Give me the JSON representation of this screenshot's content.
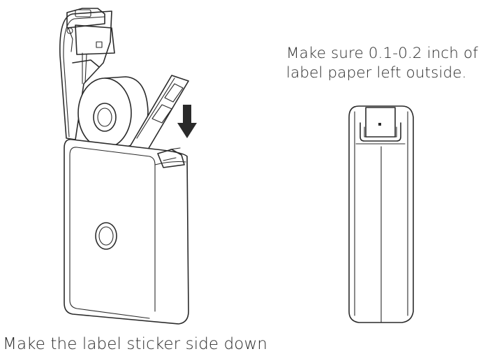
{
  "captions": {
    "bottom": "Make the label sticker side down",
    "top_line1": "Make sure 0.1-0.2 inch of",
    "top_line2": "label paper left outside."
  },
  "colors": {
    "line": "#2a2a2a",
    "background": "#ffffff"
  },
  "icons": {
    "arrow": "down-arrow-icon",
    "power": "power-button-icon"
  }
}
